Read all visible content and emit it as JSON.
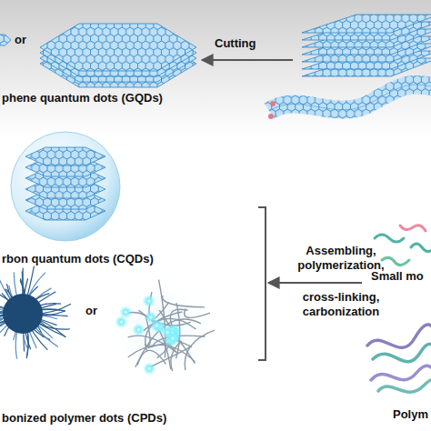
{
  "diagram": {
    "labels": [
      "or",
      "phene quantum dots (GQDs)",
      "Cutting",
      "rbon quantum dots (CQDs)",
      "Assembling, polymerization,",
      "cross-linking, carbonization",
      "Small mo",
      "or",
      "bonized polymer dots (CPDs)",
      "Polym"
    ]
  }
}
